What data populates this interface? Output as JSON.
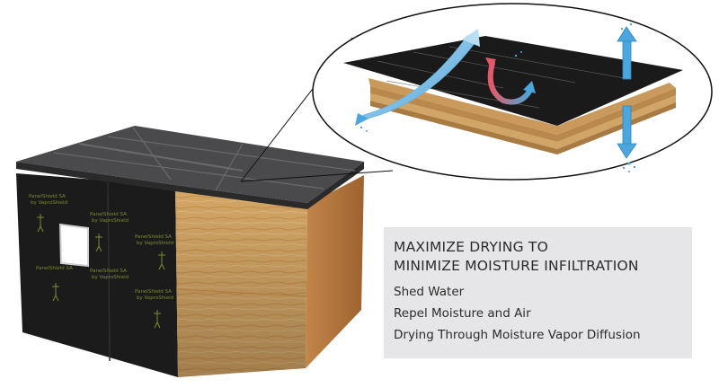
{
  "callout": {
    "headline_line1": "MAXIMIZE DRYING TO",
    "headline_line2": "MINIMIZE MOISTURE INFILTRATION",
    "benefits": [
      "Shed Water",
      "Repel Moisture and Air",
      "Drying Through Moisture Vapor Diffusion"
    ]
  },
  "membrane_print": [
    "PanelShield SA",
    "by VaproShield"
  ],
  "colors": {
    "membrane": "#1c1c1c",
    "membrane_print": "#7f8a2c",
    "plywood": "#d2a463",
    "panel_bg": "#e6e6e8",
    "arrow_blue": "#4aa6dc",
    "arrow_red": "#e25a6a"
  }
}
